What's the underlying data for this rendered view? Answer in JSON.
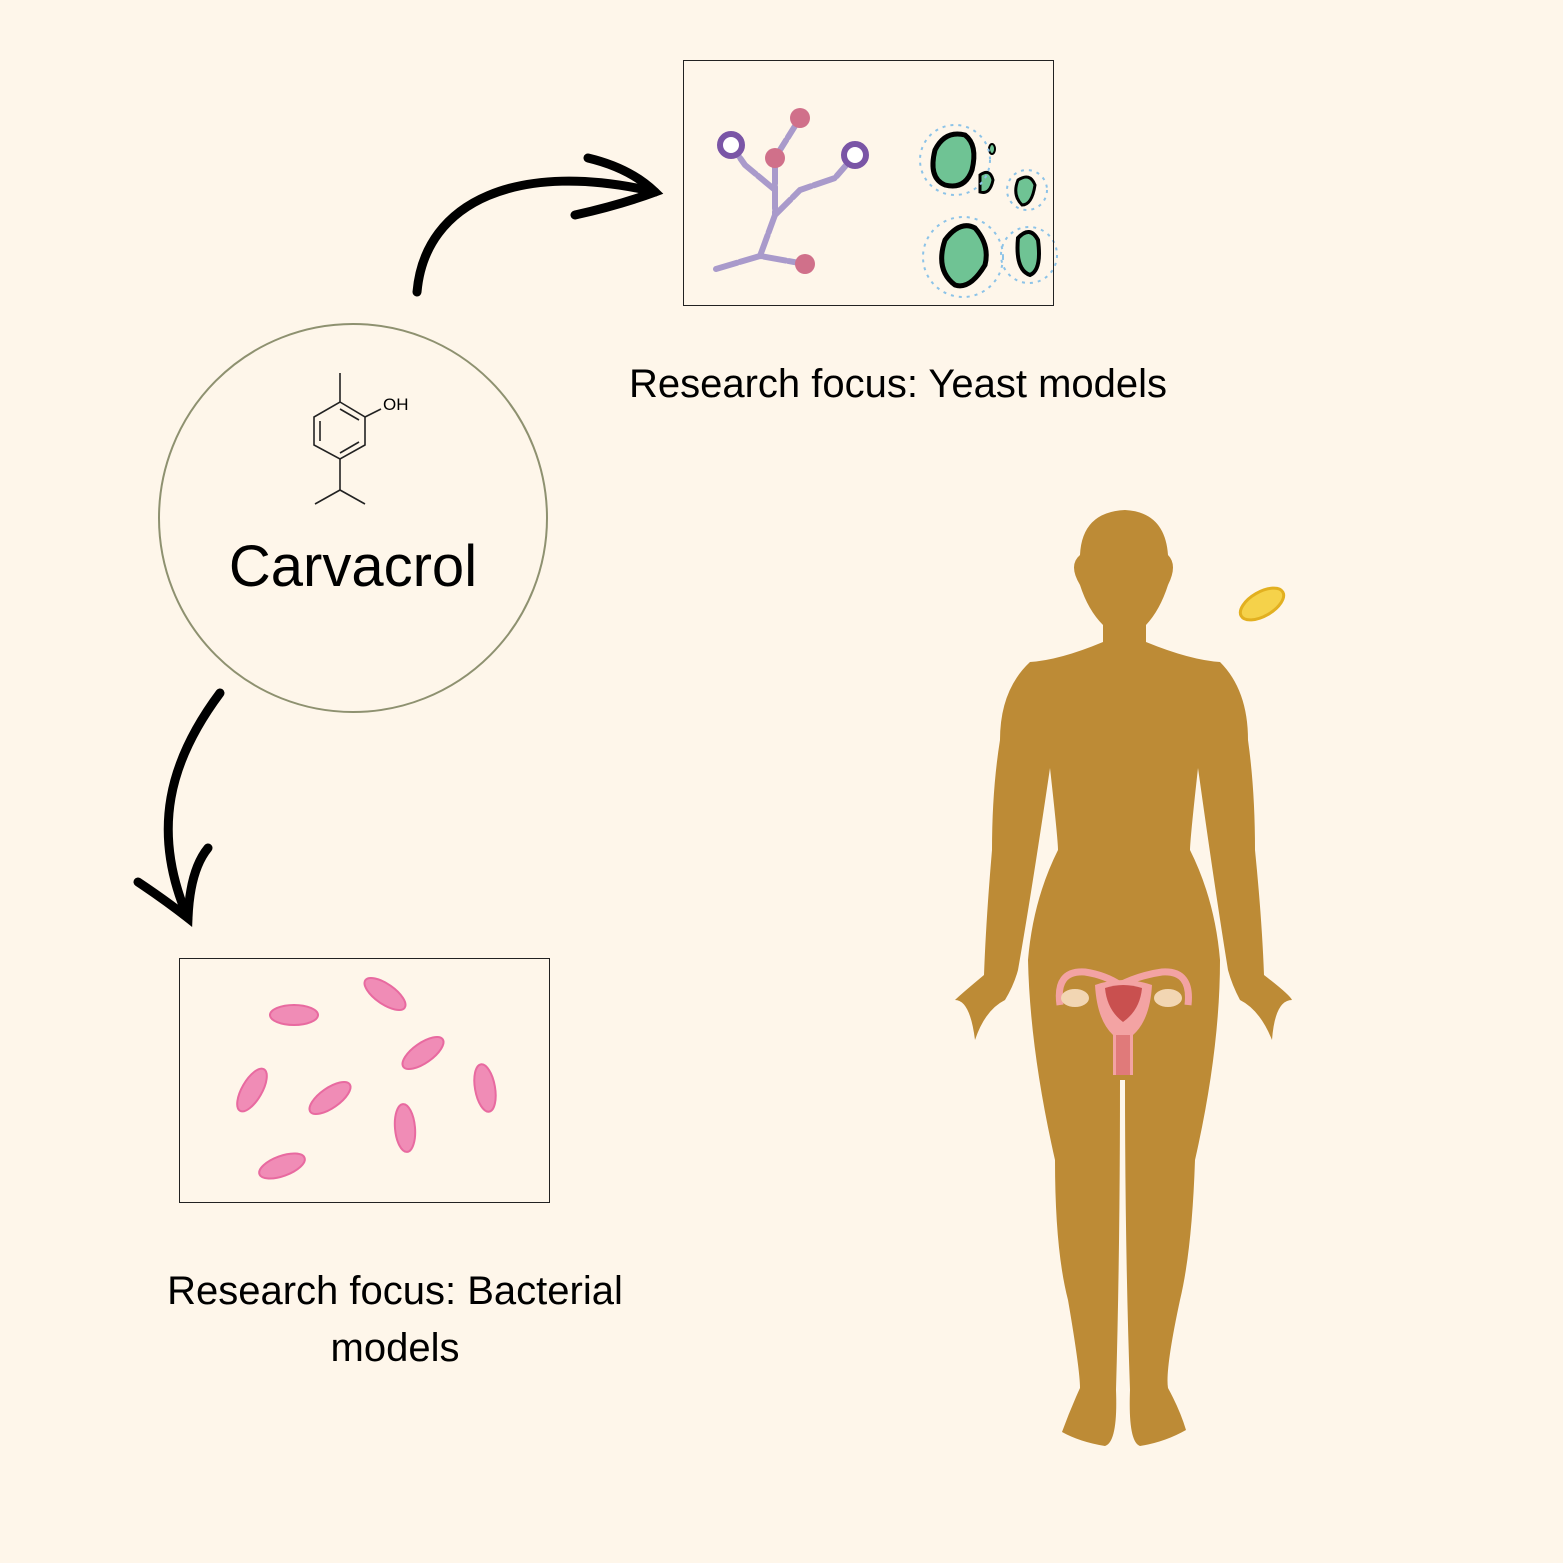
{
  "center": {
    "title": "Carvacrol",
    "molecule_label": "OH"
  },
  "yeast": {
    "caption": "Research focus: Yeast models"
  },
  "bacteria": {
    "caption": "Research focus: Bacterial models"
  },
  "colors": {
    "background": "#fef6ea",
    "body": "#bd8b36",
    "yeast_hyphae": "#a99acb",
    "yeast_cells": "#6fc394",
    "bacteria": "#f08cb6",
    "uterus": "#f3a3a3",
    "capsule": "#f0c53a"
  }
}
